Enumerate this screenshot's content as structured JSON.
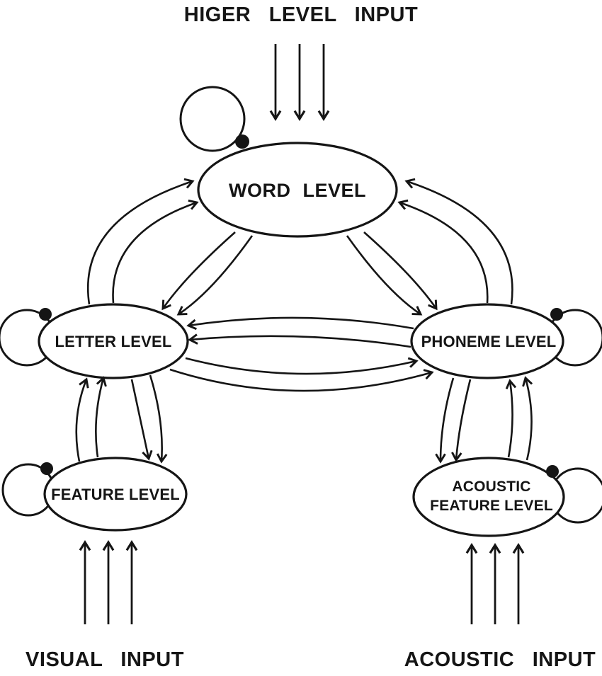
{
  "diagram": {
    "type": "interactive-activation-model",
    "external_inputs": {
      "top": "HIGER LEVEL INPUT",
      "bottom_left": "VISUAL INPUT",
      "bottom_right": "ACOUSTIC INPUT"
    },
    "nodes": {
      "word_level": "WORD LEVEL",
      "letter_level": "LETTER LEVEL",
      "phoneme_level": "PHONEME LEVEL",
      "feature_level": "FEATURE LEVEL",
      "acoustic_feature_level_line1": "ACOUSTIC",
      "acoustic_feature_level_line2": "FEATURE LEVEL"
    },
    "connections": [
      {
        "from": "word_level",
        "to": "letter_level",
        "bidirectional": true,
        "lines_per_direction": 2
      },
      {
        "from": "word_level",
        "to": "phoneme_level",
        "bidirectional": true,
        "lines_per_direction": 2
      },
      {
        "from": "letter_level",
        "to": "phoneme_level",
        "bidirectional": true,
        "lines_per_direction": 2
      },
      {
        "from": "letter_level",
        "to": "feature_level",
        "bidirectional": true,
        "lines_per_direction": 2
      },
      {
        "from": "phoneme_level",
        "to": "acoustic_feature_level",
        "bidirectional": true,
        "lines_per_direction": 2
      }
    ],
    "self_loops": [
      "word_level",
      "letter_level",
      "phoneme_level",
      "feature_level",
      "acoustic_feature_level"
    ],
    "external_arrows": [
      {
        "label": "HIGER LEVEL INPUT",
        "target": "word_level",
        "direction": "down",
        "count": 3
      },
      {
        "label": "VISUAL INPUT",
        "target": "feature_level",
        "direction": "up",
        "count": 3
      },
      {
        "label": "ACOUSTIC INPUT",
        "target": "acoustic_feature_level",
        "direction": "up",
        "count": 3
      }
    ],
    "colors": {
      "ink": "#151515",
      "background": "#ffffff"
    }
  }
}
